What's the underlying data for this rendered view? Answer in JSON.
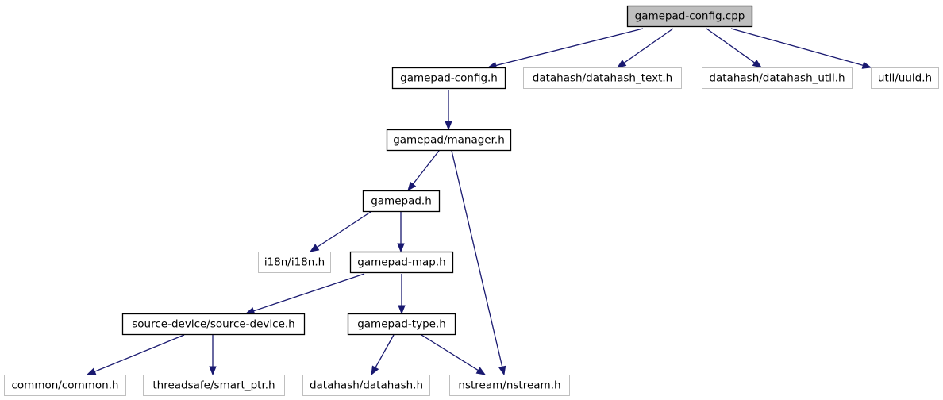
{
  "graph": {
    "colors": {
      "edge": "#191970",
      "root_fill": "#bfbfbf",
      "node_border": "#000000",
      "external_border": "#bfbfbf"
    },
    "nodes": [
      {
        "id": "gamepad-config-cpp",
        "label": "gamepad-config.cpp",
        "kind": "root"
      },
      {
        "id": "gamepad-config-h",
        "label": "gamepad-config.h",
        "kind": "documented"
      },
      {
        "id": "datahash-text-h",
        "label": "datahash/datahash_text.h",
        "kind": "external"
      },
      {
        "id": "datahash-util-h",
        "label": "datahash/datahash_util.h",
        "kind": "external"
      },
      {
        "id": "util-uuid-h",
        "label": "util/uuid.h",
        "kind": "external"
      },
      {
        "id": "gamepad-manager-h",
        "label": "gamepad/manager.h",
        "kind": "documented"
      },
      {
        "id": "gamepad-h",
        "label": "gamepad.h",
        "kind": "documented"
      },
      {
        "id": "i18n-h",
        "label": "i18n/i18n.h",
        "kind": "external"
      },
      {
        "id": "gamepad-map-h",
        "label": "gamepad-map.h",
        "kind": "documented"
      },
      {
        "id": "source-device-h",
        "label": "source-device/source-device.h",
        "kind": "documented"
      },
      {
        "id": "gamepad-type-h",
        "label": "gamepad-type.h",
        "kind": "documented"
      },
      {
        "id": "common-h",
        "label": "common/common.h",
        "kind": "external"
      },
      {
        "id": "smart-ptr-h",
        "label": "threadsafe/smart_ptr.h",
        "kind": "external"
      },
      {
        "id": "datahash-h",
        "label": "datahash/datahash.h",
        "kind": "external"
      },
      {
        "id": "nstream-h",
        "label": "nstream/nstream.h",
        "kind": "external"
      }
    ],
    "edges": [
      {
        "from": "gamepad-config-cpp",
        "to": "gamepad-config-h"
      },
      {
        "from": "gamepad-config-cpp",
        "to": "datahash-text-h"
      },
      {
        "from": "gamepad-config-cpp",
        "to": "datahash-util-h"
      },
      {
        "from": "gamepad-config-cpp",
        "to": "util-uuid-h"
      },
      {
        "from": "gamepad-config-h",
        "to": "gamepad-manager-h"
      },
      {
        "from": "gamepad-manager-h",
        "to": "gamepad-h"
      },
      {
        "from": "gamepad-manager-h",
        "to": "nstream-h"
      },
      {
        "from": "gamepad-h",
        "to": "i18n-h"
      },
      {
        "from": "gamepad-h",
        "to": "gamepad-map-h"
      },
      {
        "from": "gamepad-map-h",
        "to": "source-device-h"
      },
      {
        "from": "gamepad-map-h",
        "to": "gamepad-type-h"
      },
      {
        "from": "source-device-h",
        "to": "common-h"
      },
      {
        "from": "source-device-h",
        "to": "smart-ptr-h"
      },
      {
        "from": "gamepad-type-h",
        "to": "datahash-h"
      },
      {
        "from": "gamepad-type-h",
        "to": "nstream-h"
      }
    ]
  }
}
